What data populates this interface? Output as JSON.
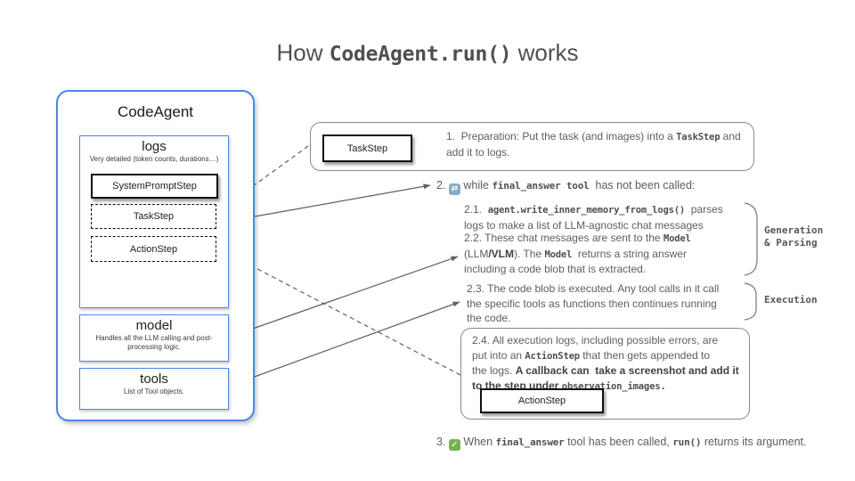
{
  "title": {
    "rich": [
      {
        "t": "How "
      },
      {
        "t": "CodeAgent.run()",
        "s": "m"
      },
      {
        "t": " works"
      }
    ]
  },
  "agent_panel": {
    "title": "CodeAgent",
    "logs": {
      "title": "logs",
      "subtitle": "Very detailed (token counts, durations…)",
      "steps": [
        {
          "label": "SystemPromptStep",
          "variant": "solid"
        },
        {
          "label": "TaskStep",
          "variant": "dashed"
        },
        {
          "label": "ActionStep",
          "variant": "dashed"
        }
      ]
    },
    "model": {
      "title": "model",
      "subtitle": "Handles all the LLM calling and post-processing logic."
    },
    "tools": {
      "title": "tools",
      "subtitle": "List of Tool objects."
    }
  },
  "steps": {
    "step1": {
      "box_label": "TaskStep",
      "rich": [
        {
          "t": "1.  Preparation: Put the task (and images) into a "
        },
        {
          "t": "TaskStep",
          "s": "m"
        },
        {
          "t": " and"
        },
        {
          "br": 1
        },
        {
          "t": "add it to logs."
        }
      ]
    },
    "step2": {
      "number": "2.",
      "rich": [
        {
          "t": " while "
        },
        {
          "t": "final_answer tool",
          "s": "m"
        },
        {
          "t": "  has not been called:"
        }
      ]
    },
    "step21": {
      "rich": [
        {
          "t": "2.1.  "
        },
        {
          "t": "agent.write_inner_memory_from_logs()",
          "s": "m"
        },
        {
          "t": "  parses"
        },
        {
          "br": 1
        },
        {
          "t": "logs to make a list of LLM-agnostic chat messages"
        }
      ]
    },
    "step22": {
      "rich": [
        {
          "t": "2.2. These chat messages are sent to the "
        },
        {
          "t": "Model",
          "s": "m"
        },
        {
          "br": 1
        },
        {
          "t": "(LLM"
        },
        {
          "t": "/VLM",
          "s": "b"
        },
        {
          "t": "). The "
        },
        {
          "t": "Model",
          "s": "m"
        },
        {
          "t": "  returns a string answer"
        },
        {
          "br": 1
        },
        {
          "t": "including a code blob that is extracted."
        }
      ]
    },
    "step23": {
      "rich": [
        {
          "t": "2.3. The code blob is executed. Any tool calls in it call"
        },
        {
          "br": 1
        },
        {
          "t": "the specific tools as functions then continues running"
        },
        {
          "br": 1
        },
        {
          "t": "the code."
        }
      ]
    },
    "step24": {
      "box_label": "ActionStep",
      "rich": [
        {
          "t": "2.4. All execution logs, including possible errors, are"
        },
        {
          "br": 1
        },
        {
          "t": "put into an "
        },
        {
          "t": "ActionStep",
          "s": "m"
        },
        {
          "t": " that then gets appended to"
        },
        {
          "br": 1
        },
        {
          "t": "the logs. "
        },
        {
          "t": "A callback can  take a screenshot and add it",
          "s": "b"
        },
        {
          "br": 1
        },
        {
          "t": "to the step under ",
          "s": "b"
        },
        {
          "t": "observation_images.",
          "s": "m"
        }
      ]
    },
    "step3": {
      "number": "3.",
      "rich": [
        {
          "t": " When "
        },
        {
          "t": "final_answer",
          "s": "m"
        },
        {
          "t": " tool has been called, "
        },
        {
          "t": "run()",
          "s": "m"
        },
        {
          "t": " returns its argument."
        }
      ]
    }
  },
  "annotations": {
    "generation_line1": "Generation",
    "generation_line2": "& Parsing",
    "execution": "Execution"
  },
  "icons": {
    "repeat_glyph": "⇄",
    "check_glyph": "✓"
  },
  "colors": {
    "accent_blue": "#4a86e8",
    "outline_gray": "#8a8a8a",
    "body_text": "#5b5e61",
    "arrow_gray": "#606060",
    "repeat_icon_bg": "#87abc6",
    "check_icon_bg": "#77b255"
  }
}
